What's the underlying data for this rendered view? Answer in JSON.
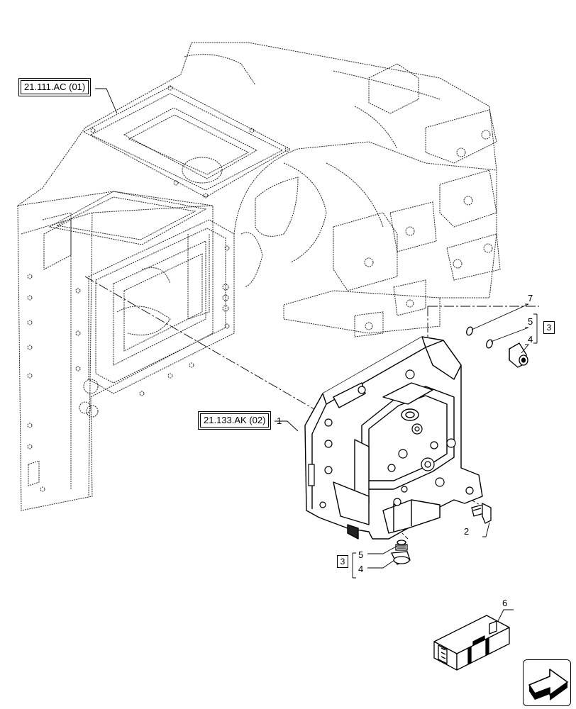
{
  "reference_labels": {
    "transmission_housing": "21.111.AC (01)",
    "control_valve": "21.133.AK (02)"
  },
  "callouts": {
    "valve_body": "1",
    "bolt": "2",
    "kit_upper": "3",
    "kit_lower": "3",
    "plug_upper": "4",
    "plug_lower": "4",
    "seal_upper": "5",
    "seal_lower": "5",
    "repair_kit_box": "6",
    "o_ring": "7"
  },
  "icons": {
    "nav": "next-page-arrow-icon"
  }
}
